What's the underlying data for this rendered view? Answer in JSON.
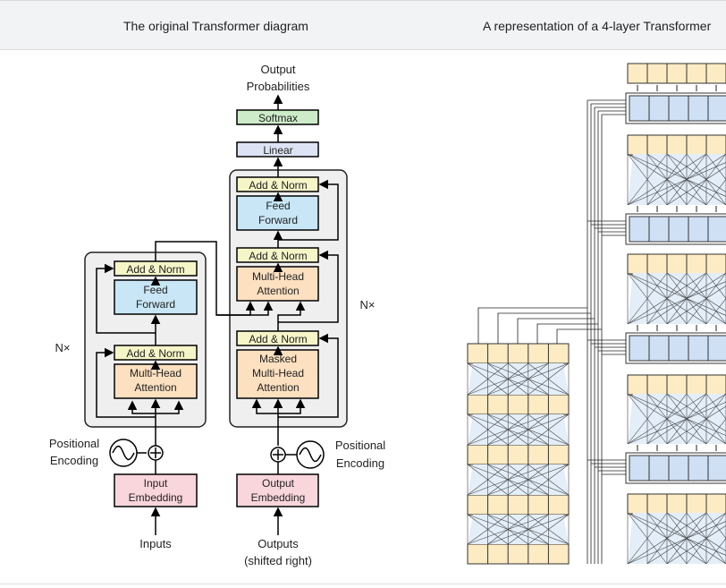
{
  "header": {
    "left_title": "The original Transformer diagram",
    "right_title": "A representation of a 4-layer Transformer"
  },
  "diagram": {
    "outputs_title": "Output",
    "outputs_title2": "Probabilities",
    "softmax": "Softmax",
    "linear": "Linear",
    "add_norm": "Add & Norm",
    "feed": "Feed",
    "forward": "Forward",
    "multi_head": "Multi-Head",
    "attention": "Attention",
    "masked": "Masked",
    "nx": "N×",
    "positional": "Positional",
    "encoding": "Encoding",
    "input": "Input",
    "output": "Output",
    "embedding": "Embedding",
    "inputs": "Inputs",
    "outputs": "Outputs",
    "shifted": "(shifted right)"
  },
  "colors": {
    "feedforward": "#c8e6f5",
    "attention": "#fde0c0",
    "addnorm": "#f5f5c8",
    "softmax": "#cdebc8",
    "linear": "#dde3f5",
    "embedding": "#f9d6dc",
    "token": "#fdebc3",
    "block": "#cfe0f5",
    "layer_bg": "#efefef"
  }
}
